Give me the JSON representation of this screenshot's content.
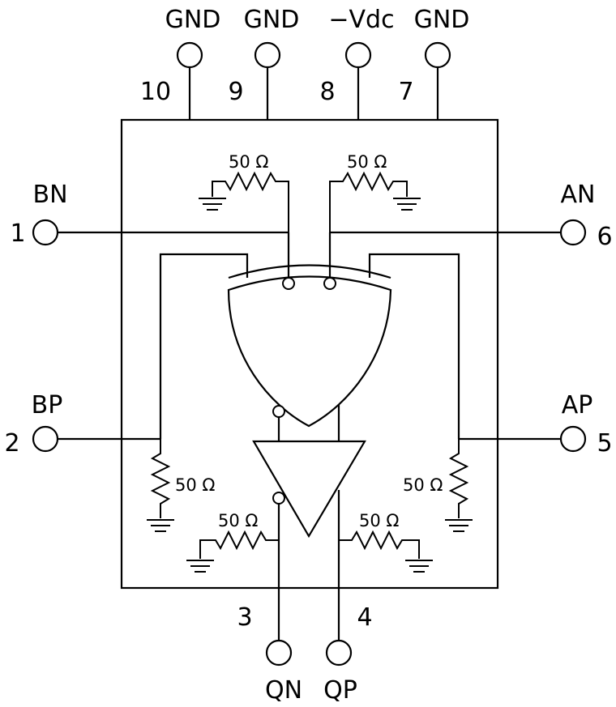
{
  "pins": {
    "p1": {
      "number": "1",
      "name": "BN"
    },
    "p2": {
      "number": "2",
      "name": "BP"
    },
    "p3": {
      "number": "3",
      "name": "QN"
    },
    "p4": {
      "number": "4",
      "name": "QP"
    },
    "p5": {
      "number": "5",
      "name": "AP"
    },
    "p6": {
      "number": "6",
      "name": "AN"
    },
    "p7": {
      "number": "7",
      "name": "GND"
    },
    "p8": {
      "number": "8",
      "name": "−Vdc"
    },
    "p9": {
      "number": "9",
      "name": "GND"
    },
    "p10": {
      "number": "10",
      "name": "GND"
    }
  },
  "resistors": {
    "r_an_top": "50 Ω",
    "r_bn_top": "50 Ω",
    "r_bp_side": "50 Ω",
    "r_ap_side": "50 Ω",
    "r_qn_bottom": "50 Ω",
    "r_qp_bottom": "50 Ω"
  }
}
